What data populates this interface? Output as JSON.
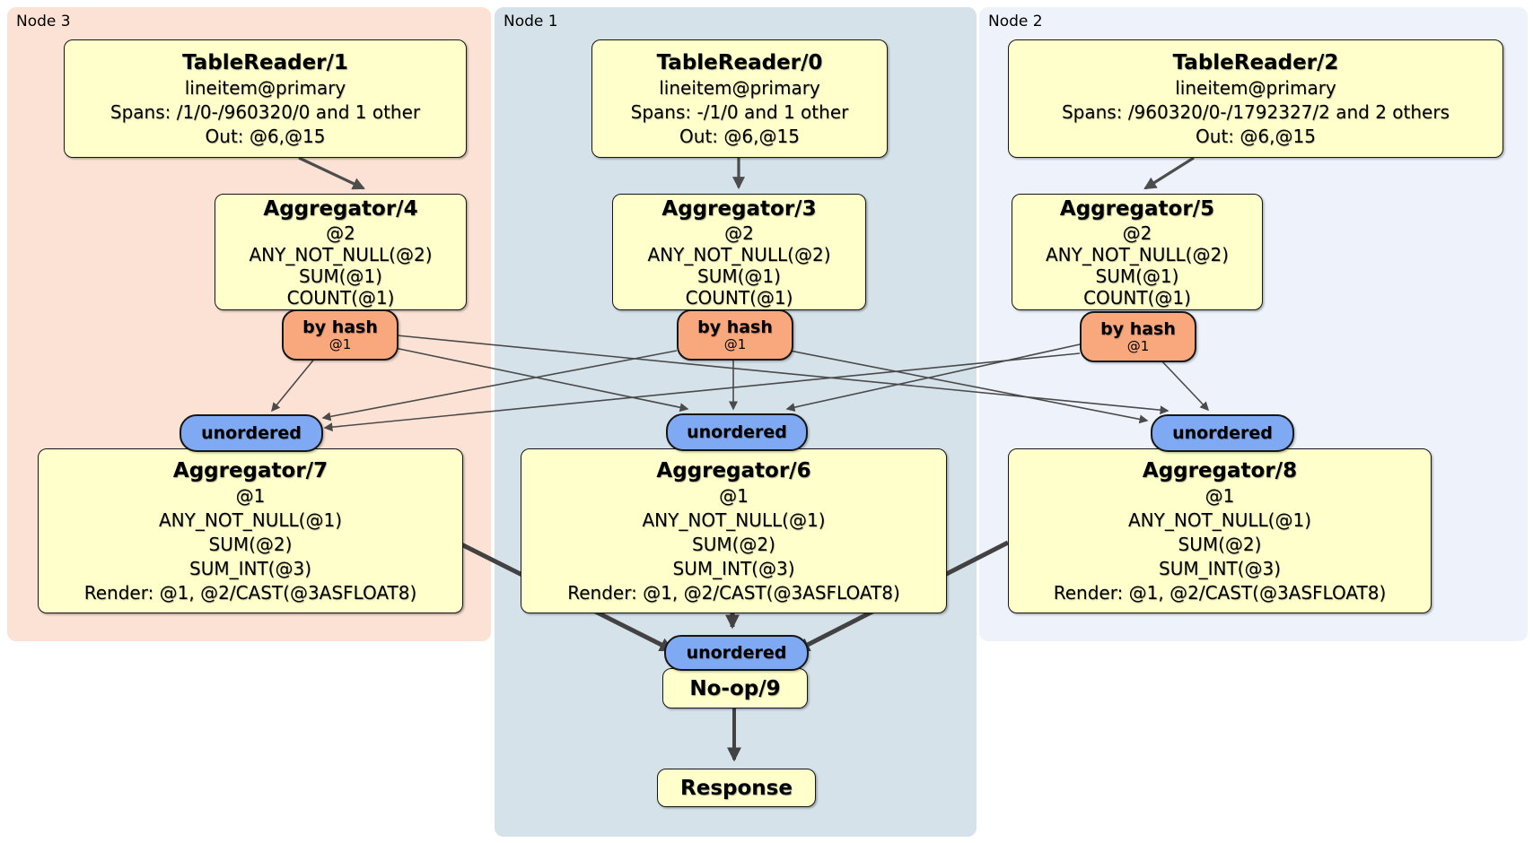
{
  "diagram": {
    "panels": {
      "node3": {
        "label": "Node 3"
      },
      "node1": {
        "label": "Node 1"
      },
      "node2": {
        "label": "Node 2"
      }
    },
    "processors": {
      "tr1": {
        "title": "TableReader/1",
        "lines": [
          "lineitem@primary",
          "Spans: /1/0-/960320/0 and 1 other",
          "Out: @6,@15"
        ]
      },
      "tr0": {
        "title": "TableReader/0",
        "lines": [
          "lineitem@primary",
          "Spans: -/1/0 and 1 other",
          "Out: @6,@15"
        ]
      },
      "tr2": {
        "title": "TableReader/2",
        "lines": [
          "lineitem@primary",
          "Spans: /960320/0-/1792327/2 and 2 others",
          "Out: @6,@15"
        ]
      },
      "agg4": {
        "title": "Aggregator/4",
        "lines": [
          "@2",
          "ANY_NOT_NULL(@2)",
          "SUM(@1)",
          "COUNT(@1)"
        ]
      },
      "agg3": {
        "title": "Aggregator/3",
        "lines": [
          "@2",
          "ANY_NOT_NULL(@2)",
          "SUM(@1)",
          "COUNT(@1)"
        ]
      },
      "agg5": {
        "title": "Aggregator/5",
        "lines": [
          "@2",
          "ANY_NOT_NULL(@2)",
          "SUM(@1)",
          "COUNT(@1)"
        ]
      },
      "agg7": {
        "title": "Aggregator/7",
        "lines": [
          "@1",
          "ANY_NOT_NULL(@1)",
          "SUM(@2)",
          "SUM_INT(@3)",
          "Render: @1, @2/CAST(@3ASFLOAT8)"
        ]
      },
      "agg6": {
        "title": "Aggregator/6",
        "lines": [
          "@1",
          "ANY_NOT_NULL(@1)",
          "SUM(@2)",
          "SUM_INT(@3)",
          "Render: @1, @2/CAST(@3ASFLOAT8)"
        ]
      },
      "agg8": {
        "title": "Aggregator/8",
        "lines": [
          "@1",
          "ANY_NOT_NULL(@1)",
          "SUM(@2)",
          "SUM_INT(@3)",
          "Render: @1, @2/CAST(@3ASFLOAT8)"
        ]
      },
      "noop": {
        "title": "No-op/9"
      },
      "response": {
        "title": "Response"
      }
    },
    "router": {
      "label": "by hash",
      "detail": "@1"
    },
    "sync": {
      "label": "unordered"
    },
    "colors": {
      "node3_bg": "#fce2d4",
      "node1_bg": "#d5e2ea",
      "node2_bg": "#edf2fb",
      "processor_bg": "#ffffcc",
      "router_bg": "#f9a77c",
      "sync_bg": "#7fa9f2",
      "edge": "#4a4a4a"
    }
  }
}
